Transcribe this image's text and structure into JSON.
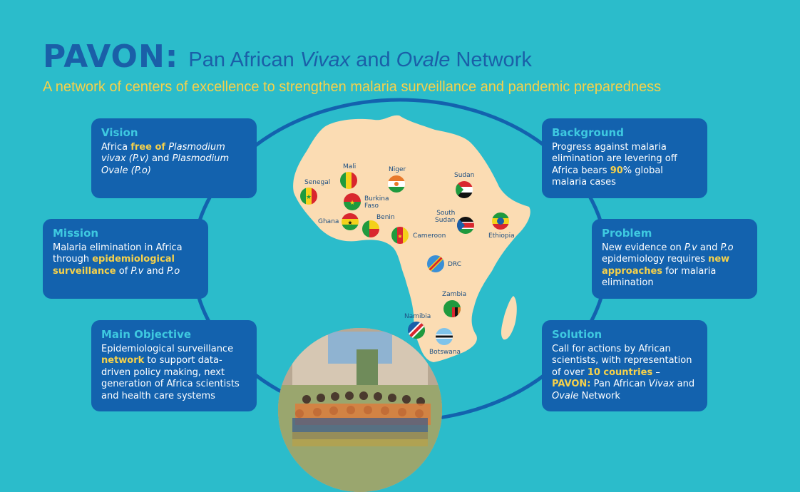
{
  "header": {
    "logo": "PAVON:",
    "title_prefix": "Pan African ",
    "title_vivax": "Vivax",
    "title_and": " and ",
    "title_ovale": "Ovale",
    "title_suffix": " Network",
    "tagline": "A network of centers of excellence to strengthen malaria surveillance and pandemic preparedness"
  },
  "cards": {
    "vision": {
      "heading": "Vision",
      "t1": "Africa ",
      "b1": "free of",
      "t2": " ",
      "i1": "Plasmodium vivax (P.v)",
      "t3": " and ",
      "i2": "Plasmodium Ovale (P.o)"
    },
    "mission": {
      "heading": "Mission",
      "t1": "Malaria elimination in Africa through ",
      "b1": "epidemiological surveillance",
      "t2": " of ",
      "i1": "P.v",
      "t3": " and ",
      "i2": "P.o"
    },
    "objective": {
      "heading": "Main Objective",
      "t1": "Epidemiological surveillance ",
      "b1": "network",
      "t2": " to support data-driven policy making, next generation of Africa scientists and health care systems"
    },
    "background": {
      "heading": "Background",
      "t1": "Progress against malaria elimination are levering off Africa bears ",
      "b1": "90",
      "t2": "% global malaria cases"
    },
    "problem": {
      "heading": "Problem",
      "t1": "New evidence on ",
      "i1": "P.v",
      "t2": " and ",
      "i2": "P.o",
      "t3": " epidemiology requires ",
      "b1": "new approaches",
      "t4": " for malaria elimination"
    },
    "solution": {
      "heading": "Solution",
      "t1": "Call for actions by African scientists, with representation of over ",
      "b1": "10 countries",
      "t2": " – ",
      "b2": "PAVON:",
      "t3": " Pan African ",
      "i1": "Vivax",
      "t4": " and ",
      "i2": "Ovale",
      "t5": " Network"
    }
  },
  "countries": {
    "senegal": "Senegal",
    "mali": "Mali",
    "niger": "Niger",
    "sudan": "Sudan",
    "burkina_1": "Burkina",
    "burkina_2": "Faso",
    "ghana": "Ghana",
    "benin": "Benin",
    "south_sudan_1": "South",
    "south_sudan_2": "Sudan",
    "ethiopia": "Ethiopia",
    "cameroon": "Cameroon",
    "drc": "DRC",
    "zambia": "Zambia",
    "namibia": "Namibia",
    "botswana": "Botswana"
  },
  "colors": {
    "background": "#2bbccb",
    "card": "#1362ae",
    "heading": "#3ec9e0",
    "highlight": "#f6d14a",
    "title": "#1a5fa8",
    "map": "#fbdcb3"
  }
}
